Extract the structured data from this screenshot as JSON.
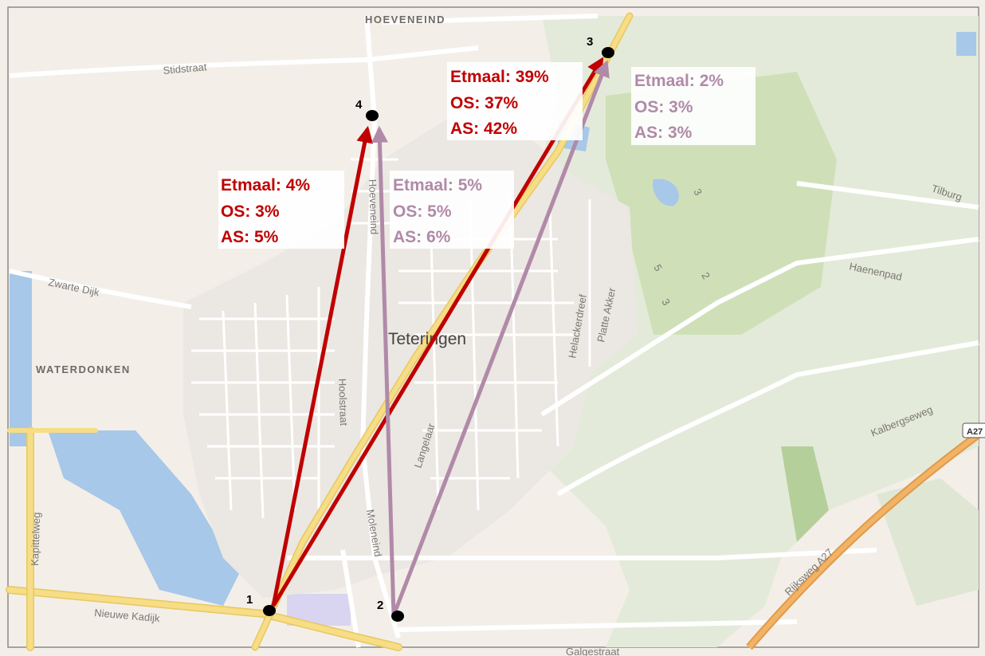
{
  "colors": {
    "route_red": "#c00000",
    "route_purple": "#b08aa8"
  },
  "map_labels": {
    "hoeveneind": "HOEVENEIND",
    "stidstraat": "Stidstraat",
    "waterdonken": "WATERDONKEN",
    "teteringen": "Teteringen",
    "zwarte_dijk": "Zwarte Dijk",
    "hoolstraat": "Hoolstraat",
    "langelaar": "Langelaar",
    "molenei": "Moleneind",
    "helackerdreef": "Helackerdreef",
    "platte_akker": "Platte Akker",
    "kalbergseweg": "Kalbergseweg",
    "haenenpad": "Haenenpad",
    "tilburg": "Tilburg",
    "rijksweg": "Rijksweg A27",
    "nieuwe_kadijk": "Nieuwe Kadijk",
    "galgestraat": "Galgestraat",
    "kapittelweg": "Kapittelweg",
    "hoeveneind_v": "Hoeveneind",
    "a27": "A27",
    "num3a": "3",
    "num3b": "3",
    "num5": "5",
    "num2": "2"
  },
  "points": {
    "p1": "1",
    "p2": "2",
    "p3": "3",
    "p4": "4"
  },
  "annotations": {
    "route_1_to_3": {
      "etmaal": "Etmaal: 39%",
      "os": "OS: 37%",
      "as": "AS: 42%"
    },
    "route_2_to_3": {
      "etmaal": "Etmaal: 2%",
      "os": "OS: 3%",
      "as": "AS: 3%"
    },
    "route_1_to_4": {
      "etmaal": "Etmaal: 4%",
      "os": "OS: 3%",
      "as": "AS: 5%"
    },
    "route_2_to_4": {
      "etmaal": "Etmaal: 5%",
      "os": "OS: 5%",
      "as": "AS: 6%"
    }
  }
}
